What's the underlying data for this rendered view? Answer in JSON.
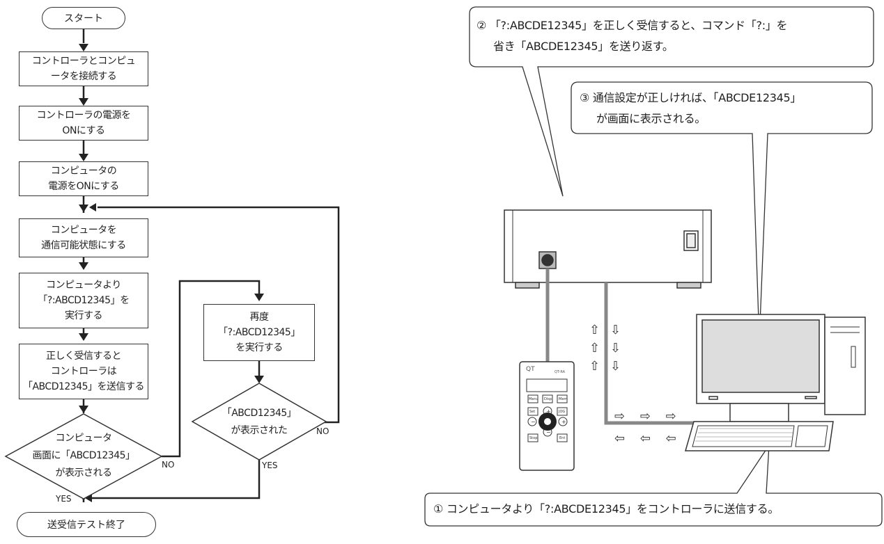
{
  "flowchart": {
    "start": "スタート",
    "steps": [
      {
        "lines": [
          "コントローラとコンピュ",
          "ータを接続する"
        ]
      },
      {
        "lines": [
          "コントローラの電源を",
          "ONにする"
        ]
      },
      {
        "lines": [
          "コンピュータの",
          "電源をONにする"
        ]
      },
      {
        "lines": [
          "コンピュータを",
          "通信可能状態にする"
        ]
      },
      {
        "lines": [
          "コンピュータより",
          "「?:ABCD12345」を",
          "実行する"
        ]
      },
      {
        "lines": [
          "正しく受信すると",
          "コントローラは",
          "「ABCD12345」を送信する"
        ]
      }
    ],
    "decision1": {
      "lines": [
        "コンピュータ",
        "画面に「ABCD12345」",
        "が表示される"
      ]
    },
    "retry_box": {
      "lines": [
        "再度",
        "「?:ABCD12345」",
        "を実行する"
      ]
    },
    "decision2": {
      "lines": [
        "「ABCD12345」",
        "が表示された"
      ]
    },
    "labels": {
      "yes": "YES",
      "no": "NO"
    },
    "end": "送受信テスト終了"
  },
  "diagram": {
    "callout1": "① コンピュータより「?:ABCDE12345」をコントローラに送信する。",
    "callout2": [
      "② 「?:ABCDE12345」を正しく受信すると、コマンド「?:」を",
      "省き「ABCDE12345」を送り返す。"
    ],
    "callout3": [
      "③ 通信設定が正しければ、「ABCDE12345」",
      "が画面に表示される。"
    ],
    "up_arrow": "⇧",
    "down_arrow": "⇩",
    "right_arrow": "⇨",
    "left_arrow": "⇦",
    "pendant": {
      "brand": "QT",
      "model": "QT-RA",
      "keys": [
        "Menu",
        "Disp",
        "Mem",
        "Set",
        "+",
        "JOG",
        "−",
        "+",
        "Stop",
        "−",
        "Ent"
      ]
    }
  }
}
